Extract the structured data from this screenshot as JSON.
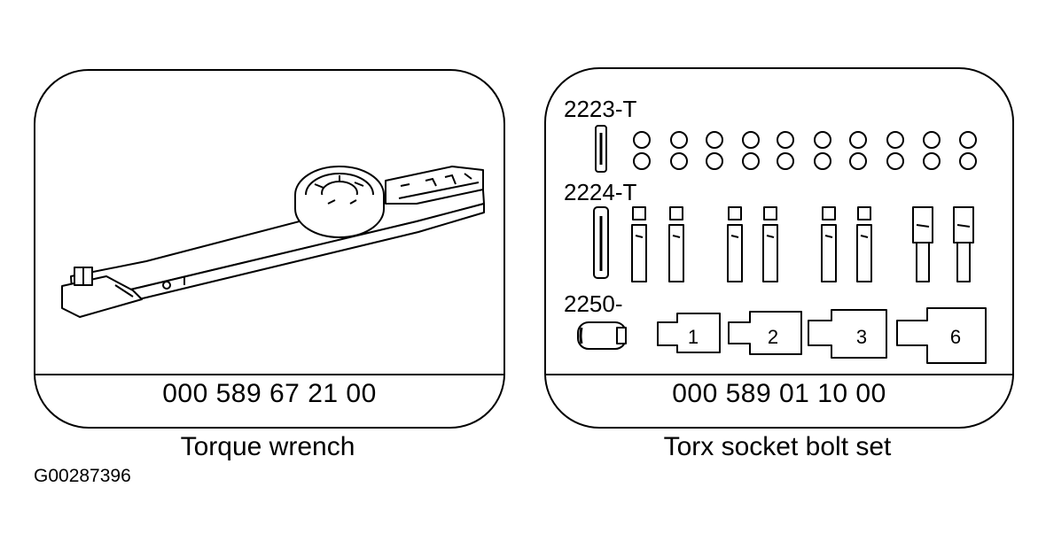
{
  "left_panel": {
    "part_number": "000 589 67 21 00",
    "caption": "Torque wrench"
  },
  "right_panel": {
    "part_number": "000 589 01 10 00",
    "caption": "Torx socket bolt set",
    "rows": [
      {
        "label": "2223-T"
      },
      {
        "label": "2224-T"
      },
      {
        "label": "2250-",
        "socket_sizes": [
          "1",
          "2",
          "3",
          "6"
        ]
      }
    ]
  },
  "figure_id": "G00287396"
}
